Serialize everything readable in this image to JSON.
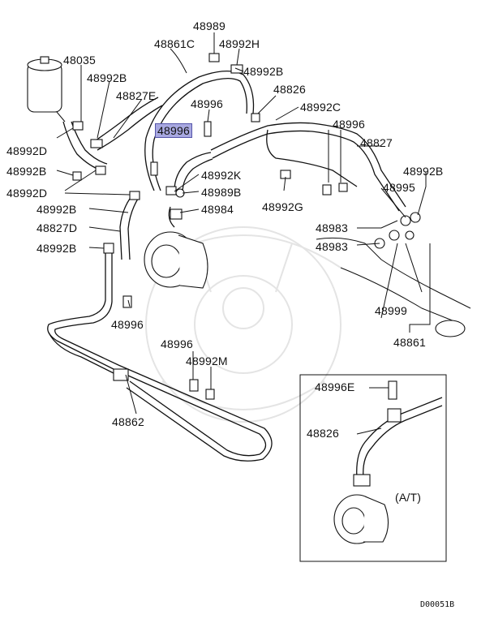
{
  "labels": {
    "p48989": "48989",
    "p48861C": "48861C",
    "p48992H": "48992H",
    "p48035": "48035",
    "p48992B_1": "48992B",
    "p48992B_2": "48992B",
    "p48827E": "48827E",
    "p48996_1": "48996",
    "p48826_1": "48826",
    "p48992C": "48992C",
    "p48996_hl": "48996",
    "p48996_2": "48996",
    "p48827": "48827",
    "p48992D_1": "48992D",
    "p48992B_3": "48992B",
    "p48992K": "48992K",
    "p48992B_4": "48992B",
    "p48992D_2": "48992D",
    "p48989B": "48989B",
    "p48995": "48995",
    "p48992B_5": "48992B",
    "p48984": "48984",
    "p48992G": "48992G",
    "p48827D": "48827D",
    "p48983_1": "48983",
    "p48983_2": "48983",
    "p48992B_6": "48992B",
    "p48999": "48999",
    "p48996_3": "48996",
    "p48861": "48861",
    "p48996_4": "48996",
    "p48992M": "48992M",
    "p48862": "48862",
    "p48996E": "48996E",
    "p48826_2": "48826",
    "at": "(A/T)"
  },
  "diagram_code": "D00051B"
}
